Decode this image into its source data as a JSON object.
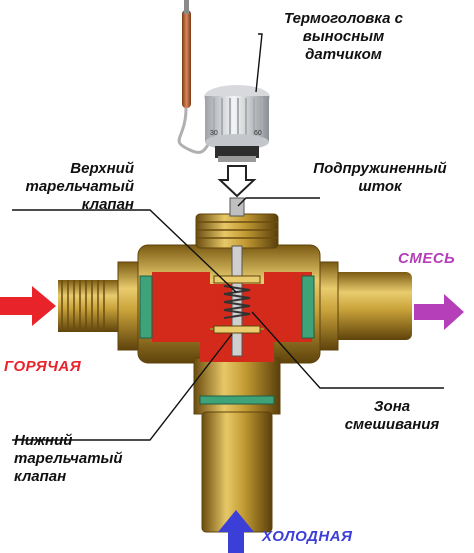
{
  "labels": {
    "thermohead": [
      "Термоголовка с",
      "выносным",
      "датчиком"
    ],
    "upper_valve": [
      "Верхний",
      "тарельчатый",
      "клапан"
    ],
    "spring_stem": [
      "Подпружиненный",
      "шток"
    ],
    "mixing_zone": [
      "Зона",
      "смешивания"
    ],
    "lower_valve": [
      "Нижний",
      "тарельчатый",
      "клапан"
    ]
  },
  "flows": {
    "hot": "ГОРЯЧАЯ",
    "cold": "ХОЛОДНАЯ",
    "mix": "СМЕСЬ"
  },
  "colors": {
    "hot": "#e8232a",
    "cold": "#3b3fd8",
    "mix": "#b53fb8",
    "brass": "#c9a23a",
    "red_paint": "#d42a1c",
    "seal": "#3fa37a",
    "head": "#e7e8ea"
  },
  "thermohead_scale": [
    "30",
    "60"
  ]
}
